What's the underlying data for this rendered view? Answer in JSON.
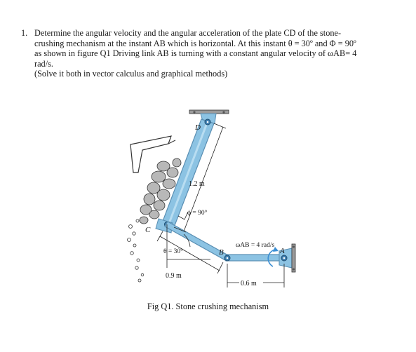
{
  "question": {
    "number": "1.",
    "lines": [
      "Determine the angular velocity and the angular acceleration of the plate CD of the stone-",
      "crushing mechanism at the instant AB which is horizontal. At this instant θ = 30º and Φ = 90º",
      "as shown in figure Q1 Driving link AB is turning with a constant angular velocity of ωAB= 4",
      "rad/s."
    ],
    "note": "(Solve it both in vector calculus and graphical methods)"
  },
  "figure": {
    "labels": {
      "D": "D",
      "C": "C",
      "B": "B",
      "A": "A",
      "length_cd": "1.2 m",
      "phi": "ϕ = 90°",
      "theta": "θ = 30°",
      "omega": "ωAB = 4 rad/s",
      "length_09": "0.9 m",
      "length_06": "0.6 m"
    },
    "colors": {
      "link": "#8cc3e3",
      "link_edge": "#5a8fb3",
      "pin": "#3f7fb0",
      "arrow": "#3b8fd4",
      "dim": "#222222"
    }
  },
  "caption": "Fig Q1. Stone crushing mechanism"
}
